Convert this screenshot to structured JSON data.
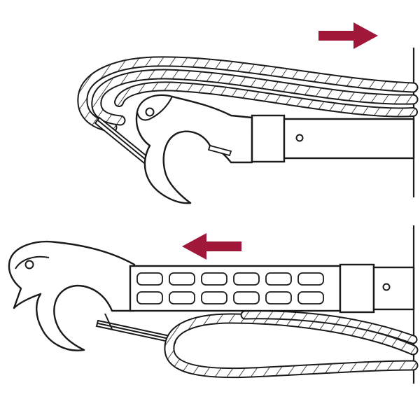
{
  "figure": {
    "panels": [
      {
        "id": "top",
        "content": "hook-with-rope-closed",
        "arrow_direction": "right"
      },
      {
        "id": "bottom",
        "content": "hook-extended-with-rope-loop",
        "arrow_direction": "left"
      }
    ]
  },
  "colors": {
    "background": "#ffffff",
    "line": "#1a1a1a",
    "arrow": "#a0173a"
  },
  "icons": {
    "top_arrow": "arrow-right-icon",
    "bottom_arrow": "arrow-left-icon"
  }
}
